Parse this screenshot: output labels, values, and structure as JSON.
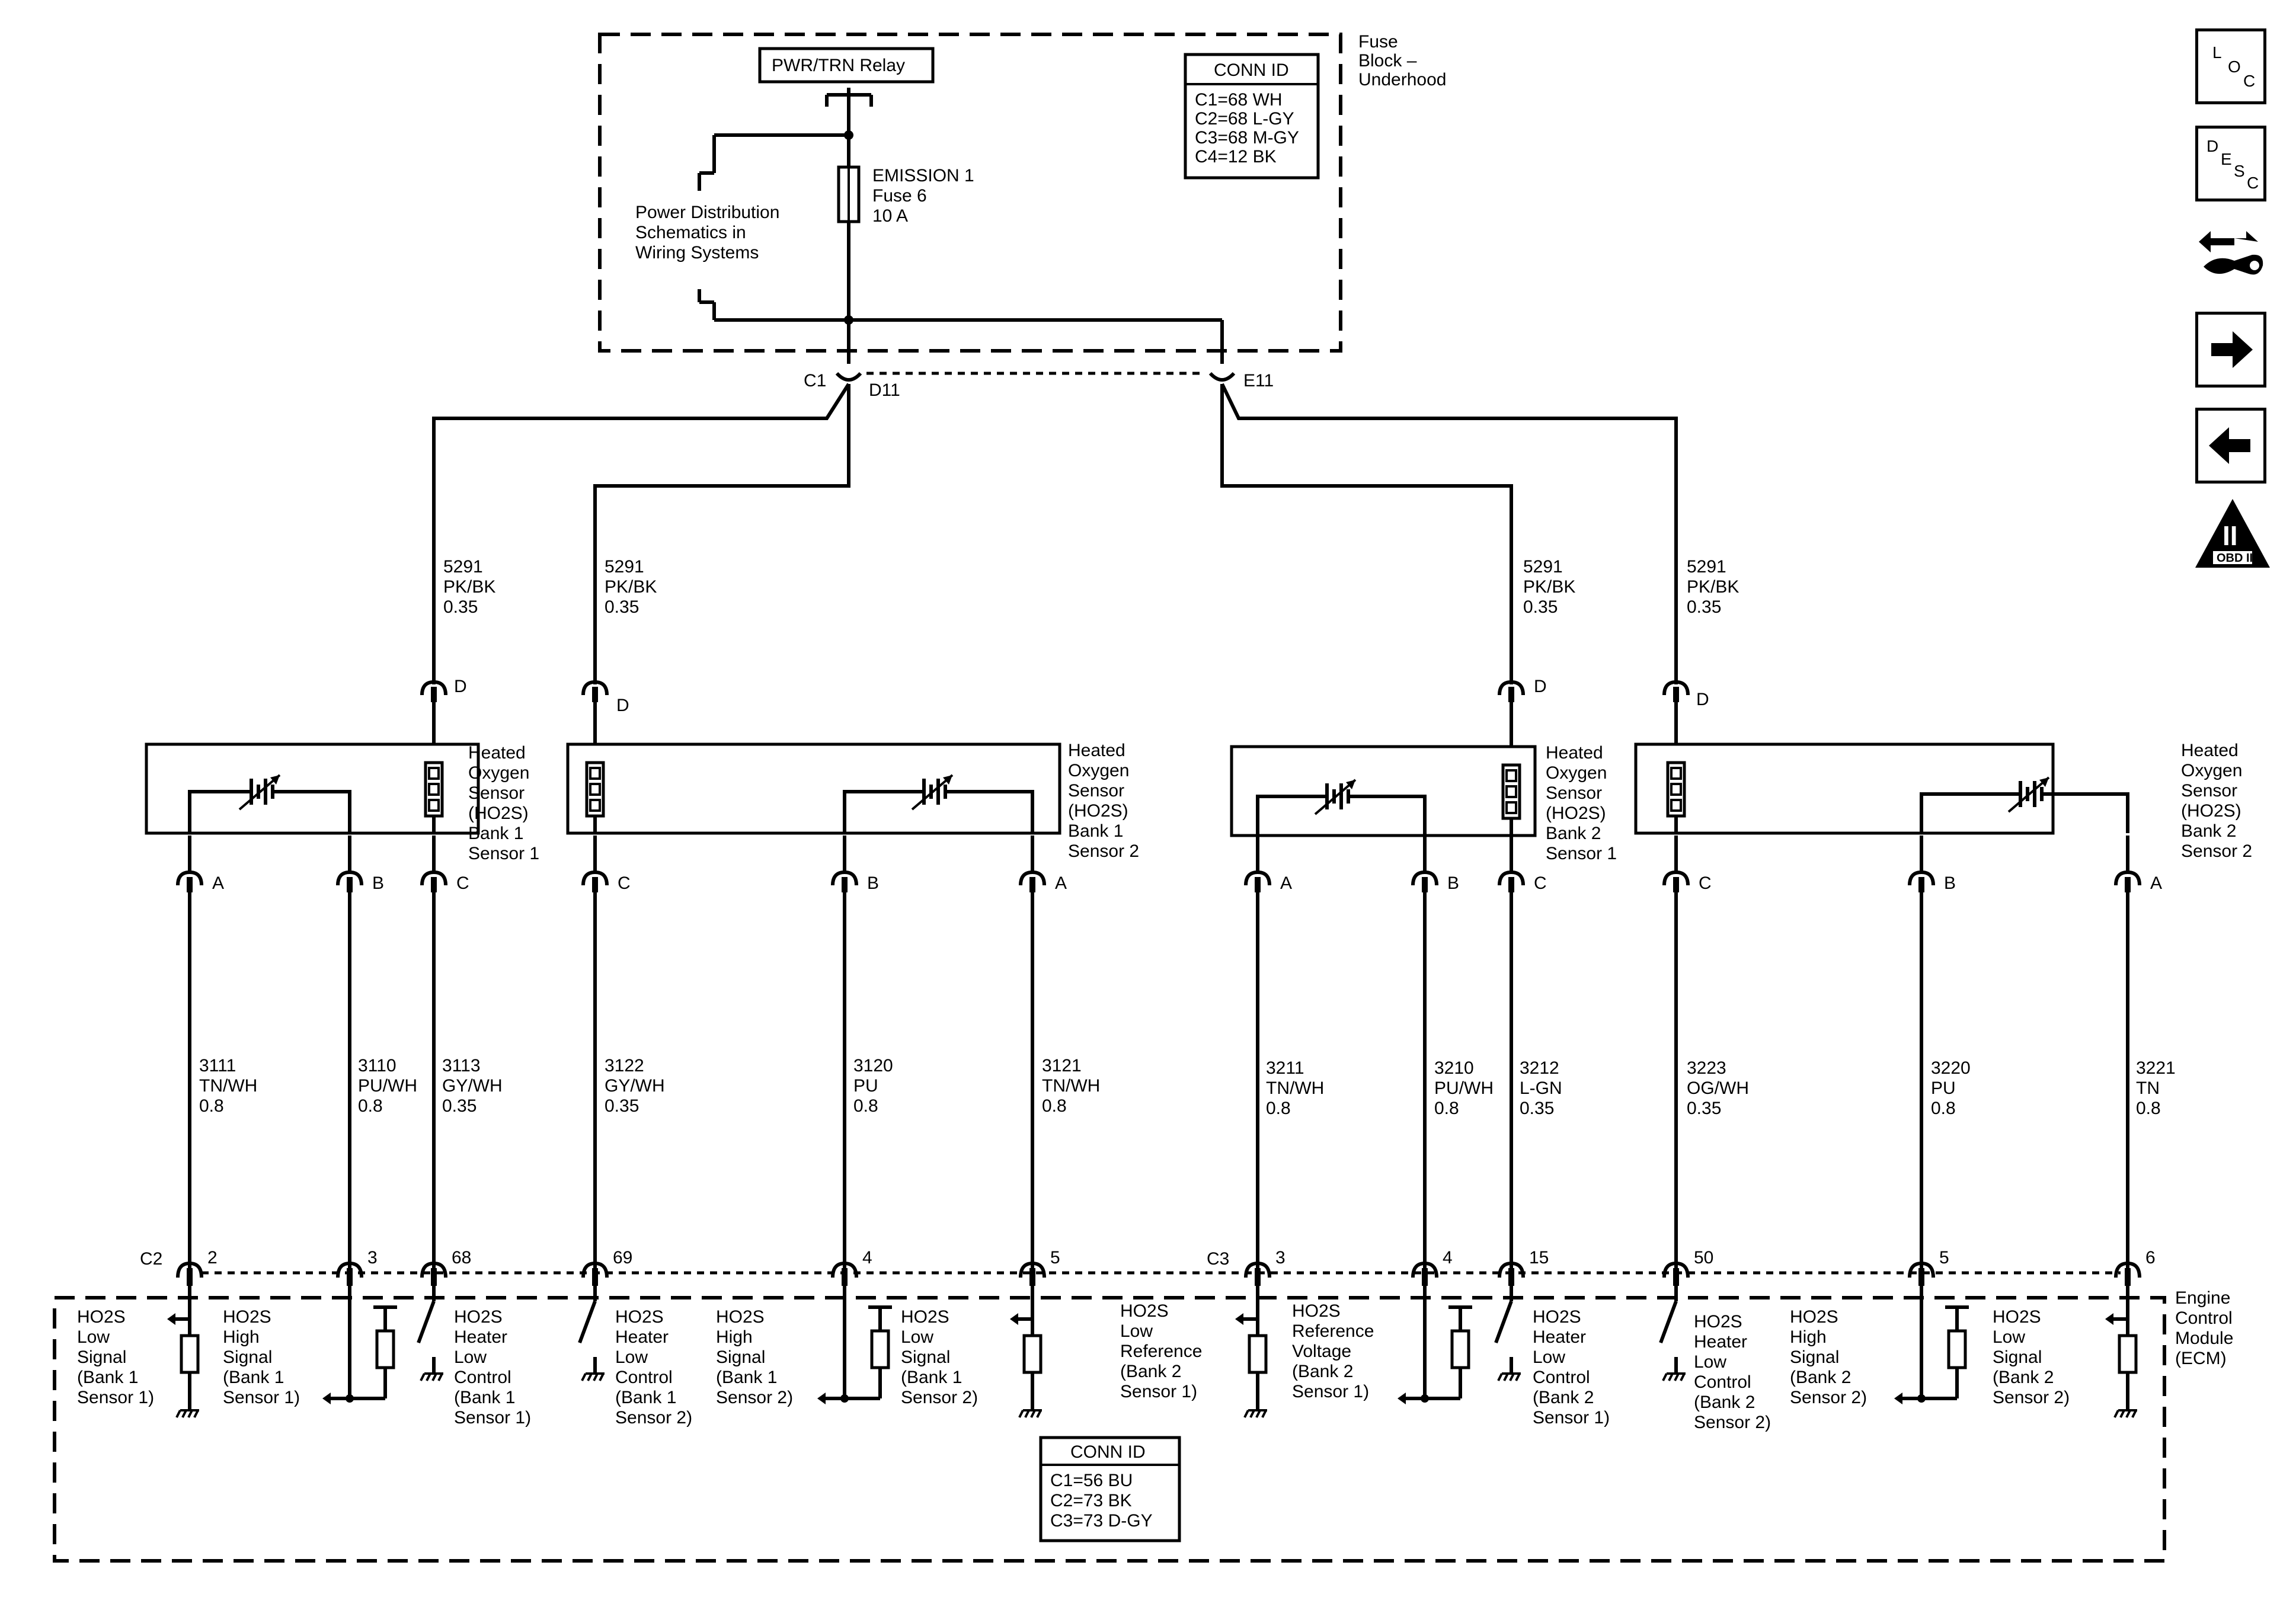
{
  "fuse_block": {
    "label_lines": [
      "Fuse",
      "Block –",
      "Underhood"
    ],
    "relay": "PWR/TRN Relay",
    "power_dist": [
      "Power Distribution",
      "Schematics in",
      "Wiring Systems"
    ],
    "fuse": [
      "EMISSION 1",
      "Fuse 6",
      "10 A"
    ],
    "conn_id": {
      "title": "CONN ID",
      "lines": [
        "C1=68 WH",
        "C2=68 L-GY",
        "C3=68 M-GY",
        "C4=12 BK"
      ]
    },
    "pins": {
      "c1": "C1",
      "d11": "D11",
      "e11": "E11"
    }
  },
  "feed_wires": [
    {
      "circuit": "5291",
      "color": "PK/BK",
      "size": "0.35"
    },
    {
      "circuit": "5291",
      "color": "PK/BK",
      "size": "0.35"
    },
    {
      "circuit": "5291",
      "color": "PK/BK",
      "size": "0.35"
    },
    {
      "circuit": "5291",
      "color": "PK/BK",
      "size": "0.35"
    }
  ],
  "sensors": [
    {
      "label": [
        "Heated",
        "Oxygen",
        "Sensor",
        "(HO2S)",
        "Bank 1",
        "Sensor 1"
      ],
      "pin_d": "D"
    },
    {
      "label": [
        "Heated",
        "Oxygen",
        "Sensor",
        "(HO2S)",
        "Bank 1",
        "Sensor 2"
      ],
      "pin_d": "D"
    },
    {
      "label": [
        "Heated",
        "Oxygen",
        "Sensor",
        "(HO2S)",
        "Bank 2",
        "Sensor 1"
      ],
      "pin_d": "D"
    },
    {
      "label": [
        "Heated",
        "Oxygen",
        "Sensor",
        "(HO2S)",
        "Bank 2",
        "Sensor 2"
      ],
      "pin_d": "D"
    }
  ],
  "wires": [
    {
      "pin": "A",
      "circuit": "3111",
      "color": "TN/WH",
      "size": "0.8",
      "ecm_pin": "2"
    },
    {
      "pin": "B",
      "circuit": "3110",
      "color": "PU/WH",
      "size": "0.8",
      "ecm_pin": "3"
    },
    {
      "pin": "C",
      "circuit": "3113",
      "color": "GY/WH",
      "size": "0.35",
      "ecm_pin": "68"
    },
    {
      "pin": "C",
      "circuit": "3122",
      "color": "GY/WH",
      "size": "0.35",
      "ecm_pin": "69"
    },
    {
      "pin": "B",
      "circuit": "3120",
      "color": "PU",
      "size": "0.8",
      "ecm_pin": "4"
    },
    {
      "pin": "A",
      "circuit": "3121",
      "color": "TN/WH",
      "size": "0.8",
      "ecm_pin": "5"
    },
    {
      "pin": "A",
      "circuit": "3211",
      "color": "TN/WH",
      "size": "0.8",
      "ecm_pin": "3"
    },
    {
      "pin": "B",
      "circuit": "3210",
      "color": "PU/WH",
      "size": "0.8",
      "ecm_pin": "4"
    },
    {
      "pin": "C",
      "circuit": "3212",
      "color": "L-GN",
      "size": "0.35",
      "ecm_pin": "15"
    },
    {
      "pin": "C",
      "circuit": "3223",
      "color": "OG/WH",
      "size": "0.35",
      "ecm_pin": "50"
    },
    {
      "pin": "B",
      "circuit": "3220",
      "color": "PU",
      "size": "0.8",
      "ecm_pin": "5"
    },
    {
      "pin": "A",
      "circuit": "3221",
      "color": "TN",
      "size": "0.8",
      "ecm_pin": "6"
    }
  ],
  "ecm": {
    "connectors": {
      "c2": "C2",
      "c3": "C3"
    },
    "label": [
      "Engine",
      "Control",
      "Module",
      "(ECM)"
    ],
    "functions": [
      [
        "HO2S",
        "Low",
        "Signal",
        "(Bank 1",
        "Sensor 1)"
      ],
      [
        "HO2S",
        "High",
        "Signal",
        "(Bank 1",
        "Sensor 1)"
      ],
      [
        "HO2S",
        "Heater",
        "Low",
        "Control",
        "(Bank 1",
        "Sensor 1)"
      ],
      [
        "HO2S",
        "Heater",
        "Low",
        "Control",
        "(Bank 1",
        "Sensor 2)"
      ],
      [
        "HO2S",
        "High",
        "Signal",
        "(Bank 1",
        "Sensor 2)"
      ],
      [
        "HO2S",
        "Low",
        "Signal",
        "(Bank 1",
        "Sensor 2)"
      ],
      [
        "HO2S",
        "Low",
        "Reference",
        "(Bank 2",
        "Sensor 1)"
      ],
      [
        "HO2S",
        "Reference",
        "Voltage",
        "(Bank 2",
        "Sensor 1)"
      ],
      [
        "HO2S",
        "Heater",
        "Low",
        "Control",
        "(Bank 2",
        "Sensor 1)"
      ],
      [
        "HO2S",
        "Heater",
        "Low",
        "Control",
        "(Bank 2",
        "Sensor 2)"
      ],
      [
        "HO2S",
        "High",
        "Signal",
        "(Bank 2",
        "Sensor 2)"
      ],
      [
        "HO2S",
        "Low",
        "Signal",
        "(Bank 2",
        "Sensor 2)"
      ]
    ],
    "conn_id": {
      "title": "CONN ID",
      "lines": [
        "C1=56 BU",
        "C2=73 BK",
        "C3=73 D-GY"
      ]
    }
  },
  "nav": {
    "loc": [
      "L",
      "O",
      "C"
    ],
    "desc": [
      "D",
      "E",
      "S",
      "C"
    ],
    "icons": [
      "wiring-tool-icon",
      "arrow-right-icon",
      "arrow-left-icon",
      "obd-ii-icon"
    ],
    "obd": "OBD II",
    "obd_numeral": "II"
  }
}
